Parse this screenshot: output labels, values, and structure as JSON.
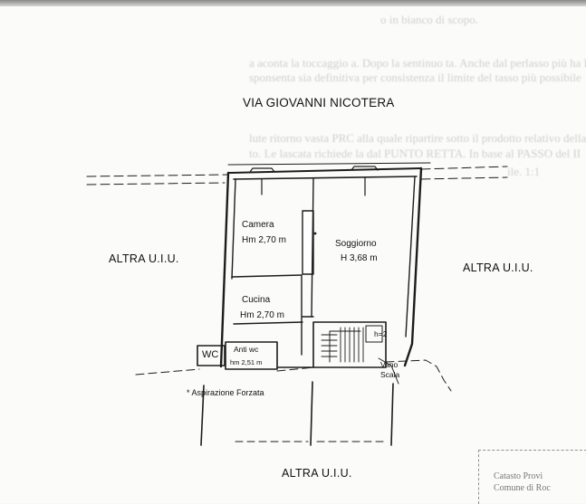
{
  "ghost_text": [
    "o in bianco di scopo.",
    "a aconta la toccaggio a. Dopo la sentinuo ta. Anche dal perlasso più ha la impiegato",
    "sponsenta sia definitiva per consistenza il limite del tasso più possibile",
    "lute ritorno vasta PRC alla quale ripartire sotto il prodotto relativo della VS",
    "to. Le lascata richiede la dal PUNTO RETTA. In base al PASSO del II",
    "ile. 1:1"
  ],
  "plan": {
    "street_label": "VIA GIOVANNI NICOTERA",
    "neighbors": {
      "left": "ALTRA U.I.U.",
      "right": "ALTRA U.I.U.",
      "bottom": "ALTRA U.I.U."
    },
    "rooms": {
      "camera": {
        "name": "Camera",
        "height": "Hm 2,70 m"
      },
      "soggiorno": {
        "name": "Soggiorno",
        "height": "H 3,68 m"
      },
      "cucina": {
        "name": "Cucina",
        "height": "Hm 2,70 m"
      },
      "wc": {
        "name": "WC"
      },
      "antiwc": {
        "name": "Anti wc",
        "height": "hm 2,51 m"
      },
      "scala": {
        "name": "Vano Scala"
      },
      "h2": {
        "name": "h=2"
      }
    },
    "note": "* Aspirazione Forzata"
  },
  "stamp": {
    "lines": [
      "Catasto Provi",
      "Comune di Roc"
    ]
  }
}
